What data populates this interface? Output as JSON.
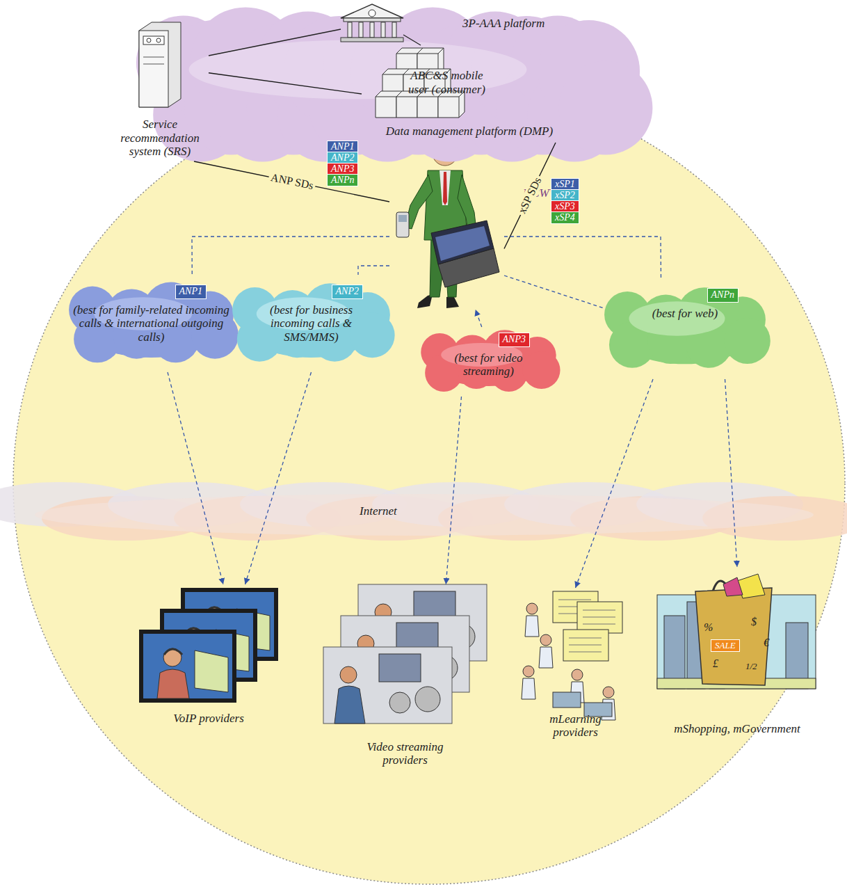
{
  "diagram": {
    "nodes": [
      {
        "text": [
          "UCWW"
        ]
      },
      {
        "text": [
          "3P-AAA platform"
        ]
      },
      {
        "text": [
          "Service recommendation system (SRS)"
        ],
        "in": 1
      },
      {
        "text": [
          "Data management platform (DMP)"
        ],
        "in": 1
      },
      {
        "text": [
          "ABC&S mobile user (consumer)"
        ],
        "in": 0
      },
      {
        "text": [
          "ANP1",
          "(best for family-related incoming calls & international outgoing calls)"
        ],
        "in": 0
      },
      {
        "text": [
          "ANP2",
          "(best for business incoming calls & SMS/MMS)"
        ],
        "in": 0
      },
      {
        "text": [
          "ANP3",
          "(best for video streaming)"
        ],
        "in": 0
      },
      {
        "text": [
          "ANPn",
          "(best for web)"
        ],
        "in": 0
      },
      {
        "text": [
          "Internet"
        ],
        "in": 0
      },
      {
        "text": [
          "VoIP providers"
        ],
        "in": 0
      },
      {
        "text": [
          "Video streaming providers"
        ],
        "in": 0
      },
      {
        "text": [
          "mLearning providers"
        ],
        "in": 0
      },
      {
        "text": [
          "mShopping, mGovernment"
        ],
        "in": 0
      }
    ],
    "edges": [
      {
        "from": 2,
        "to": 3,
        "arrow": "none"
      },
      {
        "from": 2,
        "to": 4,
        "label": "ANP SDs",
        "arrow": "none"
      },
      {
        "from": 3,
        "to": 4,
        "label": "xSP SDs",
        "arrow": "none"
      },
      {
        "from": 4,
        "to": 5,
        "arrow": "none"
      },
      {
        "from": 5,
        "to": 10,
        "arrow": "to"
      },
      {
        "from": 4,
        "to": 6,
        "arrow": "none"
      },
      {
        "from": 6,
        "to": 10,
        "arrow": "to"
      },
      {
        "from": 7,
        "to": 4,
        "arrow": "to"
      },
      {
        "from": 7,
        "to": 11,
        "arrow": "to"
      },
      {
        "from": 4,
        "to": 8,
        "arrow": "none"
      },
      {
        "from": 8,
        "to": 12,
        "arrow": "to"
      },
      {
        "from": 4,
        "to": 8,
        "arrow": "none"
      },
      {
        "from": 8,
        "to": 13,
        "arrow": "to"
      }
    ],
    "labels": [
      "ANP1",
      "ANP2",
      "ANP3",
      "ANPn",
      "xSP1",
      "xSP2",
      "xSP3",
      "xSP4",
      "%",
      "$",
      "SALE",
      "€",
      "£",
      "1/2"
    ]
  }
}
